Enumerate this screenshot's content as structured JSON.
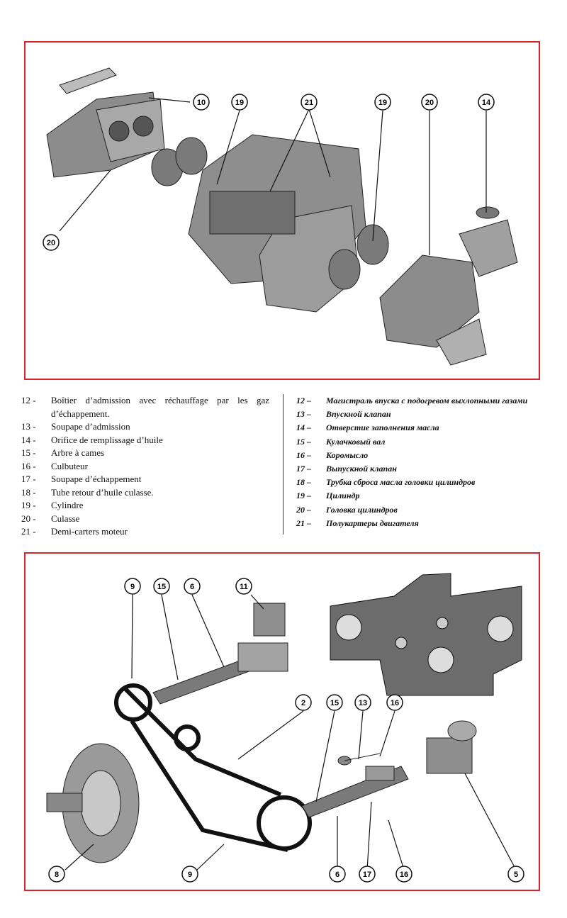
{
  "figures": {
    "top": {
      "callouts": [
        "10",
        "19",
        "21",
        "19",
        "20",
        "14",
        "20"
      ]
    },
    "bottom": {
      "callouts": [
        "9",
        "15",
        "6",
        "11",
        "2",
        "15",
        "13",
        "16",
        "8",
        "9",
        "6",
        "17",
        "16",
        "5"
      ]
    }
  },
  "legend_fr": [
    {
      "num": "12 -",
      "text": "Boîtier d’admission avec réchauffage par les gaz d’échappement."
    },
    {
      "num": "13 -",
      "text": "Soupape d’admission"
    },
    {
      "num": "14 -",
      "text": "Orifice de remplissage d’huile"
    },
    {
      "num": "15 -",
      "text": "Arbre à cames"
    },
    {
      "num": "16 -",
      "text": "Culbuteur"
    },
    {
      "num": "17 -",
      "text": "Soupape d’échappement"
    },
    {
      "num": "18 -",
      "text": "Tube retour d’huile culasse."
    },
    {
      "num": "19 -",
      "text": "Cylindre"
    },
    {
      "num": "20 -",
      "text": "Culasse"
    },
    {
      "num": "21 -",
      "text": "Demi-carters moteur"
    }
  ],
  "legend_ru": [
    {
      "num": "12 –",
      "text": "Магистраль впуска с подогревом выхлопными газами"
    },
    {
      "num": "13 –",
      "text": "Впускной клапан"
    },
    {
      "num": "14 –",
      "text": "Отверстие заполнения масла"
    },
    {
      "num": "15 –",
      "text": "Кулачковый вал"
    },
    {
      "num": "16 –",
      "text": "Коромысло"
    },
    {
      "num": "17 –",
      "text": "Выпускной клапан"
    },
    {
      "num": "18 –",
      "text": "Трубка сброса масла головки цилиндров"
    },
    {
      "num": "19 –",
      "text": "Цилиндр"
    },
    {
      "num": "20 –",
      "text": "Головка цилиндров"
    },
    {
      "num": "21 –",
      "text": "Полукартеры двигателя"
    }
  ],
  "colors": {
    "frame": "#d8262f",
    "ink": "#111111"
  }
}
